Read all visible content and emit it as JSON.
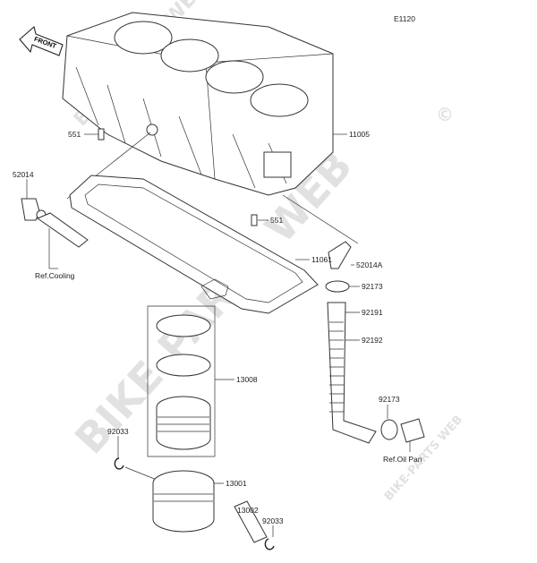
{
  "diagram_code": "E1120",
  "front_arrow_label": "FRONT",
  "watermark_main": "BIKE-PARTS WEB",
  "watermark_copyright": "©",
  "parts": [
    {
      "id": "p-11005",
      "label": "11005"
    },
    {
      "id": "p-551a",
      "label": "551"
    },
    {
      "id": "p-52014",
      "label": "52014"
    },
    {
      "id": "p-551b",
      "label": "551"
    },
    {
      "id": "p-11061",
      "label": "11061"
    },
    {
      "id": "p-52014A",
      "label": "52014A"
    },
    {
      "id": "p-92173a",
      "label": "92173"
    },
    {
      "id": "p-92191",
      "label": "92191"
    },
    {
      "id": "p-92192",
      "label": "92192"
    },
    {
      "id": "p-13008",
      "label": "13008"
    },
    {
      "id": "p-92033a",
      "label": "92033"
    },
    {
      "id": "p-13001",
      "label": "13001"
    },
    {
      "id": "p-13002",
      "label": "13002"
    },
    {
      "id": "p-92033b",
      "label": "92033"
    },
    {
      "id": "p-92173b",
      "label": "92173"
    }
  ],
  "references": {
    "cooling": "Ref.Cooling",
    "oil_pan": "Ref.Oil Pan"
  }
}
